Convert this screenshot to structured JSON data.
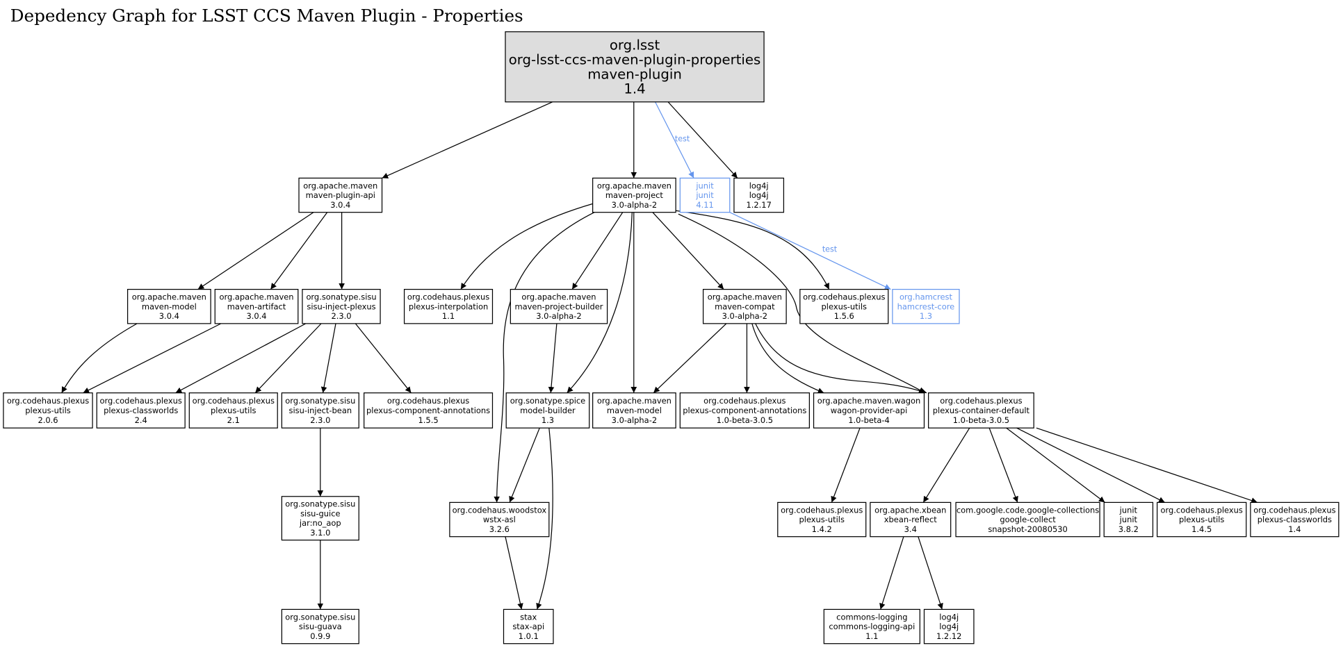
{
  "title": "Depedency Graph for LSST CCS Maven Plugin - Properties",
  "colors": {
    "default": "#000000",
    "test": "#6495ed",
    "root_fill": "#dddddd",
    "node_fill": "#ffffff"
  },
  "nodes": [
    {
      "id": "root",
      "lines": [
        "org.lsst",
        "org-lsst-ccs-maven-plugin-properties",
        "maven-plugin",
        "1.4"
      ],
      "scope": "root"
    },
    {
      "id": "plugin-api",
      "lines": [
        "org.apache.maven",
        "maven-plugin-api",
        "3.0.4"
      ],
      "scope": "compile"
    },
    {
      "id": "project",
      "lines": [
        "org.apache.maven",
        "maven-project",
        "3.0-alpha-2"
      ],
      "scope": "compile"
    },
    {
      "id": "junit411",
      "lines": [
        "junit",
        "junit",
        "4.11"
      ],
      "scope": "test"
    },
    {
      "id": "log4j1217",
      "lines": [
        "log4j",
        "log4j",
        "1.2.17"
      ],
      "scope": "compile"
    },
    {
      "id": "model304",
      "lines": [
        "org.apache.maven",
        "maven-model",
        "3.0.4"
      ],
      "scope": "compile"
    },
    {
      "id": "artifact304",
      "lines": [
        "org.apache.maven",
        "maven-artifact",
        "3.0.4"
      ],
      "scope": "compile"
    },
    {
      "id": "sisu-inject-plexus",
      "lines": [
        "org.sonatype.sisu",
        "sisu-inject-plexus",
        "2.3.0"
      ],
      "scope": "compile"
    },
    {
      "id": "interpolation",
      "lines": [
        "org.codehaus.plexus",
        "plexus-interpolation",
        "1.1"
      ],
      "scope": "compile"
    },
    {
      "id": "project-builder",
      "lines": [
        "org.apache.maven",
        "maven-project-builder",
        "3.0-alpha-2"
      ],
      "scope": "compile"
    },
    {
      "id": "compat",
      "lines": [
        "org.apache.maven",
        "maven-compat",
        "3.0-alpha-2"
      ],
      "scope": "compile"
    },
    {
      "id": "utils156",
      "lines": [
        "org.codehaus.plexus",
        "plexus-utils",
        "1.5.6"
      ],
      "scope": "compile"
    },
    {
      "id": "hamcrest",
      "lines": [
        "org.hamcrest",
        "hamcrest-core",
        "1.3"
      ],
      "scope": "test"
    },
    {
      "id": "utils206",
      "lines": [
        "org.codehaus.plexus",
        "plexus-utils",
        "2.0.6"
      ],
      "scope": "compile"
    },
    {
      "id": "classworlds24",
      "lines": [
        "org.codehaus.plexus",
        "plexus-classworlds",
        "2.4"
      ],
      "scope": "compile"
    },
    {
      "id": "utils21",
      "lines": [
        "org.codehaus.plexus",
        "plexus-utils",
        "2.1"
      ],
      "scope": "compile"
    },
    {
      "id": "sisu-inject-bean",
      "lines": [
        "org.sonatype.sisu",
        "sisu-inject-bean",
        "2.3.0"
      ],
      "scope": "compile"
    },
    {
      "id": "annotations155",
      "lines": [
        "org.codehaus.plexus",
        "plexus-component-annotations",
        "1.5.5"
      ],
      "scope": "compile"
    },
    {
      "id": "model-builder",
      "lines": [
        "org.sonatype.spice",
        "model-builder",
        "1.3"
      ],
      "scope": "compile"
    },
    {
      "id": "model-alpha",
      "lines": [
        "org.apache.maven",
        "maven-model",
        "3.0-alpha-2"
      ],
      "scope": "compile"
    },
    {
      "id": "annotations-beta",
      "lines": [
        "org.codehaus.plexus",
        "plexus-component-annotations",
        "1.0-beta-3.0.5"
      ],
      "scope": "compile"
    },
    {
      "id": "wagon",
      "lines": [
        "org.apache.maven.wagon",
        "wagon-provider-api",
        "1.0-beta-4"
      ],
      "scope": "compile"
    },
    {
      "id": "container",
      "lines": [
        "org.codehaus.plexus",
        "plexus-container-default",
        "1.0-beta-3.0.5"
      ],
      "scope": "compile"
    },
    {
      "id": "sisu-guice",
      "lines": [
        "org.sonatype.sisu",
        "sisu-guice",
        "jar:no_aop",
        "3.1.0"
      ],
      "scope": "compile"
    },
    {
      "id": "wstx",
      "lines": [
        "org.codehaus.woodstox",
        "wstx-asl",
        "3.2.6"
      ],
      "scope": "compile"
    },
    {
      "id": "utils142",
      "lines": [
        "org.codehaus.plexus",
        "plexus-utils",
        "1.4.2"
      ],
      "scope": "compile"
    },
    {
      "id": "xbean",
      "lines": [
        "org.apache.xbean",
        "xbean-reflect",
        "3.4"
      ],
      "scope": "compile"
    },
    {
      "id": "google",
      "lines": [
        "com.google.code.google-collections",
        "google-collect",
        "snapshot-20080530"
      ],
      "scope": "compile"
    },
    {
      "id": "junit382",
      "lines": [
        "junit",
        "junit",
        "3.8.2"
      ],
      "scope": "compile"
    },
    {
      "id": "utils145",
      "lines": [
        "org.codehaus.plexus",
        "plexus-utils",
        "1.4.5"
      ],
      "scope": "compile"
    },
    {
      "id": "classworlds14",
      "lines": [
        "org.codehaus.plexus",
        "plexus-classworlds",
        "1.4"
      ],
      "scope": "compile"
    },
    {
      "id": "sisu-guava",
      "lines": [
        "org.sonatype.sisu",
        "sisu-guava",
        "0.9.9"
      ],
      "scope": "compile"
    },
    {
      "id": "stax",
      "lines": [
        "stax",
        "stax-api",
        "1.0.1"
      ],
      "scope": "compile"
    },
    {
      "id": "commons-logging",
      "lines": [
        "commons-logging",
        "commons-logging-api",
        "1.1"
      ],
      "scope": "compile"
    },
    {
      "id": "log4j1212",
      "lines": [
        "log4j",
        "log4j",
        "1.2.12"
      ],
      "scope": "compile"
    }
  ],
  "edges": [
    {
      "from": "root",
      "to": "plugin-api"
    },
    {
      "from": "root",
      "to": "project"
    },
    {
      "from": "root",
      "to": "junit411",
      "label": "test",
      "scope": "test"
    },
    {
      "from": "root",
      "to": "log4j1217"
    },
    {
      "from": "plugin-api",
      "to": "model304"
    },
    {
      "from": "plugin-api",
      "to": "artifact304"
    },
    {
      "from": "plugin-api",
      "to": "sisu-inject-plexus"
    },
    {
      "from": "project",
      "to": "interpolation"
    },
    {
      "from": "project",
      "to": "project-builder"
    },
    {
      "from": "project",
      "to": "wstx"
    },
    {
      "from": "project",
      "to": "model-builder"
    },
    {
      "from": "project",
      "to": "model-alpha"
    },
    {
      "from": "project",
      "to": "compat"
    },
    {
      "from": "project",
      "to": "utils156"
    },
    {
      "from": "project",
      "to": "container"
    },
    {
      "from": "junit411",
      "to": "hamcrest",
      "label": "test",
      "scope": "test"
    },
    {
      "from": "model304",
      "to": "utils206"
    },
    {
      "from": "artifact304",
      "to": "utils206"
    },
    {
      "from": "sisu-inject-plexus",
      "to": "classworlds24"
    },
    {
      "from": "sisu-inject-plexus",
      "to": "utils21"
    },
    {
      "from": "sisu-inject-plexus",
      "to": "sisu-inject-bean"
    },
    {
      "from": "sisu-inject-plexus",
      "to": "annotations155"
    },
    {
      "from": "project-builder",
      "to": "model-builder"
    },
    {
      "from": "compat",
      "to": "model-alpha"
    },
    {
      "from": "compat",
      "to": "annotations-beta"
    },
    {
      "from": "compat",
      "to": "wagon"
    },
    {
      "from": "compat",
      "to": "container"
    },
    {
      "from": "sisu-inject-bean",
      "to": "sisu-guice"
    },
    {
      "from": "sisu-guice",
      "to": "sisu-guava"
    },
    {
      "from": "model-builder",
      "to": "wstx"
    },
    {
      "from": "model-builder",
      "to": "stax"
    },
    {
      "from": "wstx",
      "to": "stax"
    },
    {
      "from": "wagon",
      "to": "utils142"
    },
    {
      "from": "container",
      "to": "xbean"
    },
    {
      "from": "container",
      "to": "google"
    },
    {
      "from": "container",
      "to": "junit382"
    },
    {
      "from": "container",
      "to": "utils145"
    },
    {
      "from": "container",
      "to": "classworlds14"
    },
    {
      "from": "xbean",
      "to": "commons-logging"
    },
    {
      "from": "xbean",
      "to": "log4j1212"
    }
  ]
}
